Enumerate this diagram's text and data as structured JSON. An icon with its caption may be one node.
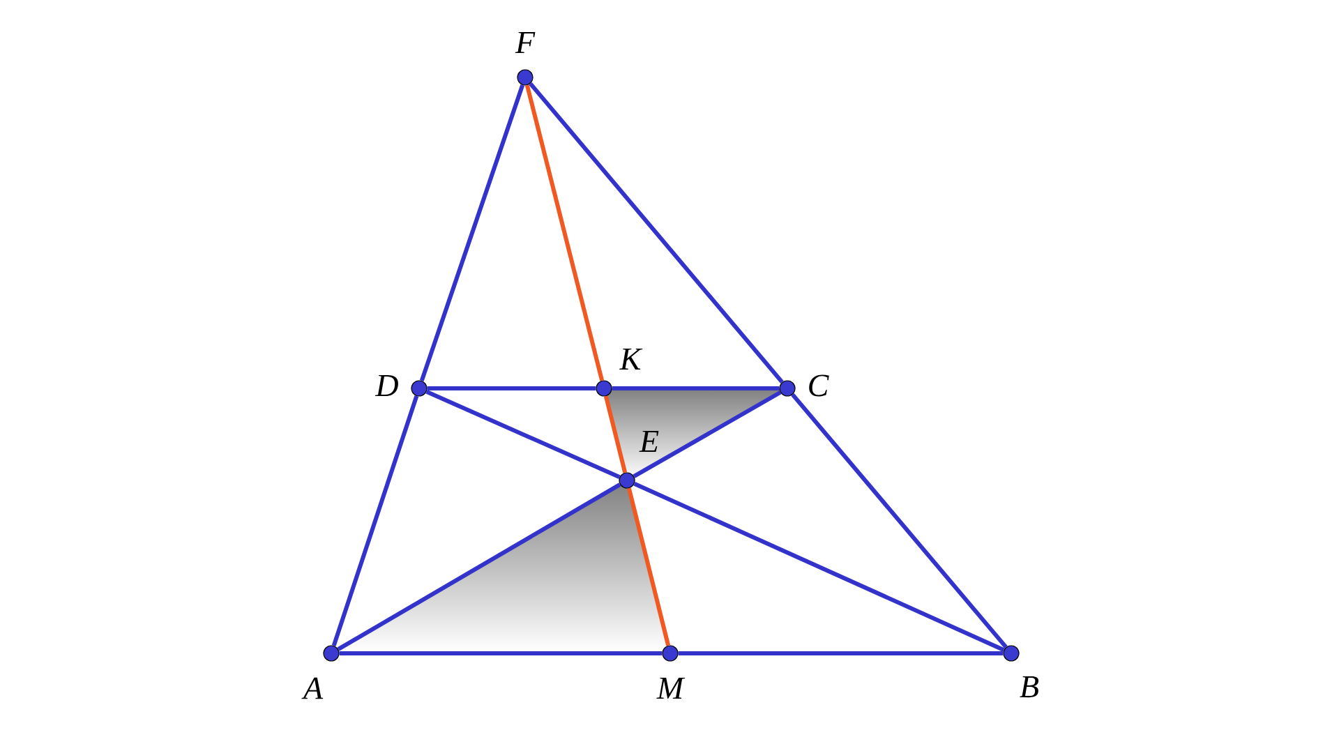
{
  "diagram": {
    "nodes": [
      {
        "text": [
          "F"
        ]
      },
      {
        "text": [
          "D"
        ]
      },
      {
        "text": [
          "K"
        ]
      },
      {
        "text": [
          "C"
        ]
      },
      {
        "text": [
          "E"
        ]
      },
      {
        "text": [
          "A"
        ]
      },
      {
        "text": [
          "M"
        ]
      },
      {
        "text": [
          "B"
        ]
      }
    ],
    "edges": [
      {
        "from": 0,
        "to": 1,
        "arrow": "none"
      },
      {
        "from": 1,
        "to": 5,
        "arrow": "none"
      },
      {
        "from": 0,
        "to": 3,
        "arrow": "none"
      },
      {
        "from": 3,
        "to": 7,
        "arrow": "none"
      },
      {
        "from": 5,
        "to": 6,
        "arrow": "none"
      },
      {
        "from": 6,
        "to": 7,
        "arrow": "none"
      },
      {
        "from": 1,
        "to": 2,
        "arrow": "none"
      },
      {
        "from": 2,
        "to": 3,
        "arrow": "none"
      },
      {
        "from": 1,
        "to": 4,
        "arrow": "none"
      },
      {
        "from": 4,
        "to": 7,
        "arrow": "none"
      },
      {
        "from": 5,
        "to": 4,
        "arrow": "none"
      },
      {
        "from": 4,
        "to": 3,
        "arrow": "none"
      },
      {
        "from": 0,
        "to": 2,
        "arrow": "none",
        "color": "#f05a22"
      },
      {
        "from": 2,
        "to": 4,
        "arrow": "none",
        "color": "#f05a22"
      },
      {
        "from": 4,
        "to": 6,
        "arrow": "none",
        "color": "#f05a22"
      }
    ]
  }
}
